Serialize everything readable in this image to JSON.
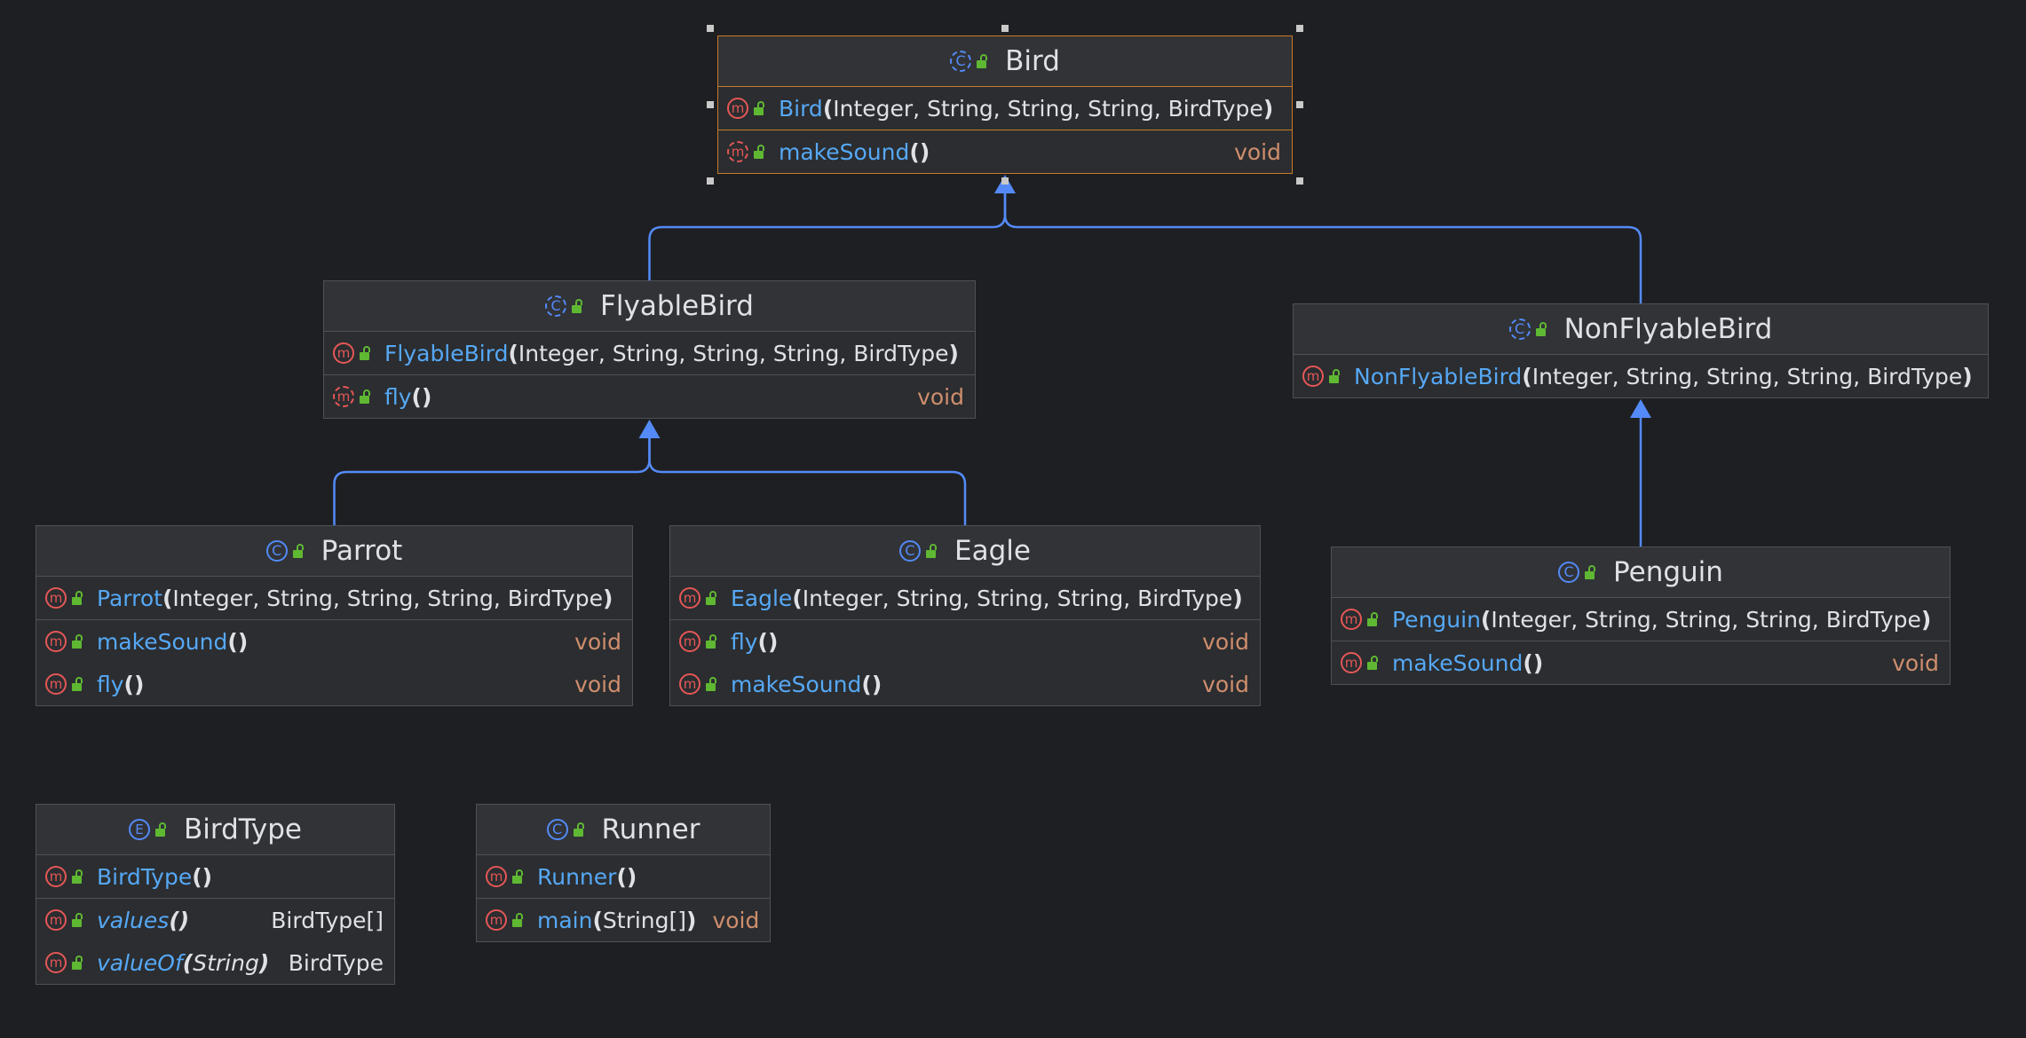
{
  "diagram": {
    "nodes": [
      {
        "id": "bird",
        "title": "Bird",
        "kind": "class",
        "abstract": true,
        "selected": true,
        "sections": [
          [
            {
              "name": "Bird",
              "params": "Integer, String, String, String, BirdType",
              "ret": "",
              "abstract": false
            }
          ],
          [
            {
              "name": "makeSound",
              "params": "",
              "ret": "void",
              "abstract": true
            }
          ]
        ]
      },
      {
        "id": "flyablebird",
        "title": "FlyableBird",
        "kind": "class",
        "abstract": true,
        "sections": [
          [
            {
              "name": "FlyableBird",
              "params": "Integer, String, String, String, BirdType",
              "ret": ""
            }
          ],
          [
            {
              "name": "fly",
              "params": "",
              "ret": "void",
              "abstract": true
            }
          ]
        ]
      },
      {
        "id": "nonflyablebird",
        "title": "NonFlyableBird",
        "kind": "class",
        "abstract": true,
        "sections": [
          [
            {
              "name": "NonFlyableBird",
              "params": "Integer, String, String, String, BirdType",
              "ret": ""
            }
          ]
        ]
      },
      {
        "id": "parrot",
        "title": "Parrot",
        "kind": "class",
        "sections": [
          [
            {
              "name": "Parrot",
              "params": "Integer, String, String, String, BirdType",
              "ret": ""
            }
          ],
          [
            {
              "name": "makeSound",
              "params": "",
              "ret": "void"
            },
            {
              "name": "fly",
              "params": "",
              "ret": "void"
            }
          ]
        ]
      },
      {
        "id": "eagle",
        "title": "Eagle",
        "kind": "class",
        "sections": [
          [
            {
              "name": "Eagle",
              "params": "Integer, String, String, String, BirdType",
              "ret": ""
            }
          ],
          [
            {
              "name": "fly",
              "params": "",
              "ret": "void"
            },
            {
              "name": "makeSound",
              "params": "",
              "ret": "void"
            }
          ]
        ]
      },
      {
        "id": "penguin",
        "title": "Penguin",
        "kind": "class",
        "sections": [
          [
            {
              "name": "Penguin",
              "params": "Integer, String, String, String, BirdType",
              "ret": ""
            }
          ],
          [
            {
              "name": "makeSound",
              "params": "",
              "ret": "void"
            }
          ]
        ]
      },
      {
        "id": "birdtype",
        "title": "BirdType",
        "kind": "enum",
        "sections": [
          [
            {
              "name": "BirdType",
              "params": "",
              "ret": ""
            }
          ],
          [
            {
              "name": "values",
              "params": "",
              "ret": "BirdType[]",
              "italic": true,
              "retType": true
            },
            {
              "name": "valueOf",
              "params": "String",
              "ret": "BirdType",
              "italic": true,
              "retType": true
            }
          ]
        ]
      },
      {
        "id": "runner",
        "title": "Runner",
        "kind": "class",
        "sections": [
          [
            {
              "name": "Runner",
              "params": "",
              "ret": ""
            }
          ],
          [
            {
              "name": "main",
              "params": "String[]",
              "ret": "void"
            }
          ]
        ]
      }
    ],
    "edges": [
      {
        "from": "flyablebird",
        "to": "bird",
        "type": "extends"
      },
      {
        "from": "nonflyablebird",
        "to": "bird",
        "type": "extends"
      },
      {
        "from": "parrot",
        "to": "flyablebird",
        "type": "extends"
      },
      {
        "from": "eagle",
        "to": "flyablebird",
        "type": "extends"
      },
      {
        "from": "penguin",
        "to": "nonflyablebird",
        "type": "extends"
      }
    ],
    "colors": {
      "background": "#1e1f22",
      "node_fill": "#2b2d30",
      "node_border": "#4e5157",
      "selected_border": "#c77a2a",
      "method_name": "#56a8f5",
      "return_keyword": "#cf8e6d",
      "edge": "#548af7",
      "class_icon": "#548af7",
      "method_icon": "#e55757",
      "visibility_icon": "#5fb832"
    },
    "icons": {
      "class": "class-icon",
      "enum": "enum-icon",
      "method": "method-icon",
      "visibility": "public-lock-icon"
    }
  }
}
